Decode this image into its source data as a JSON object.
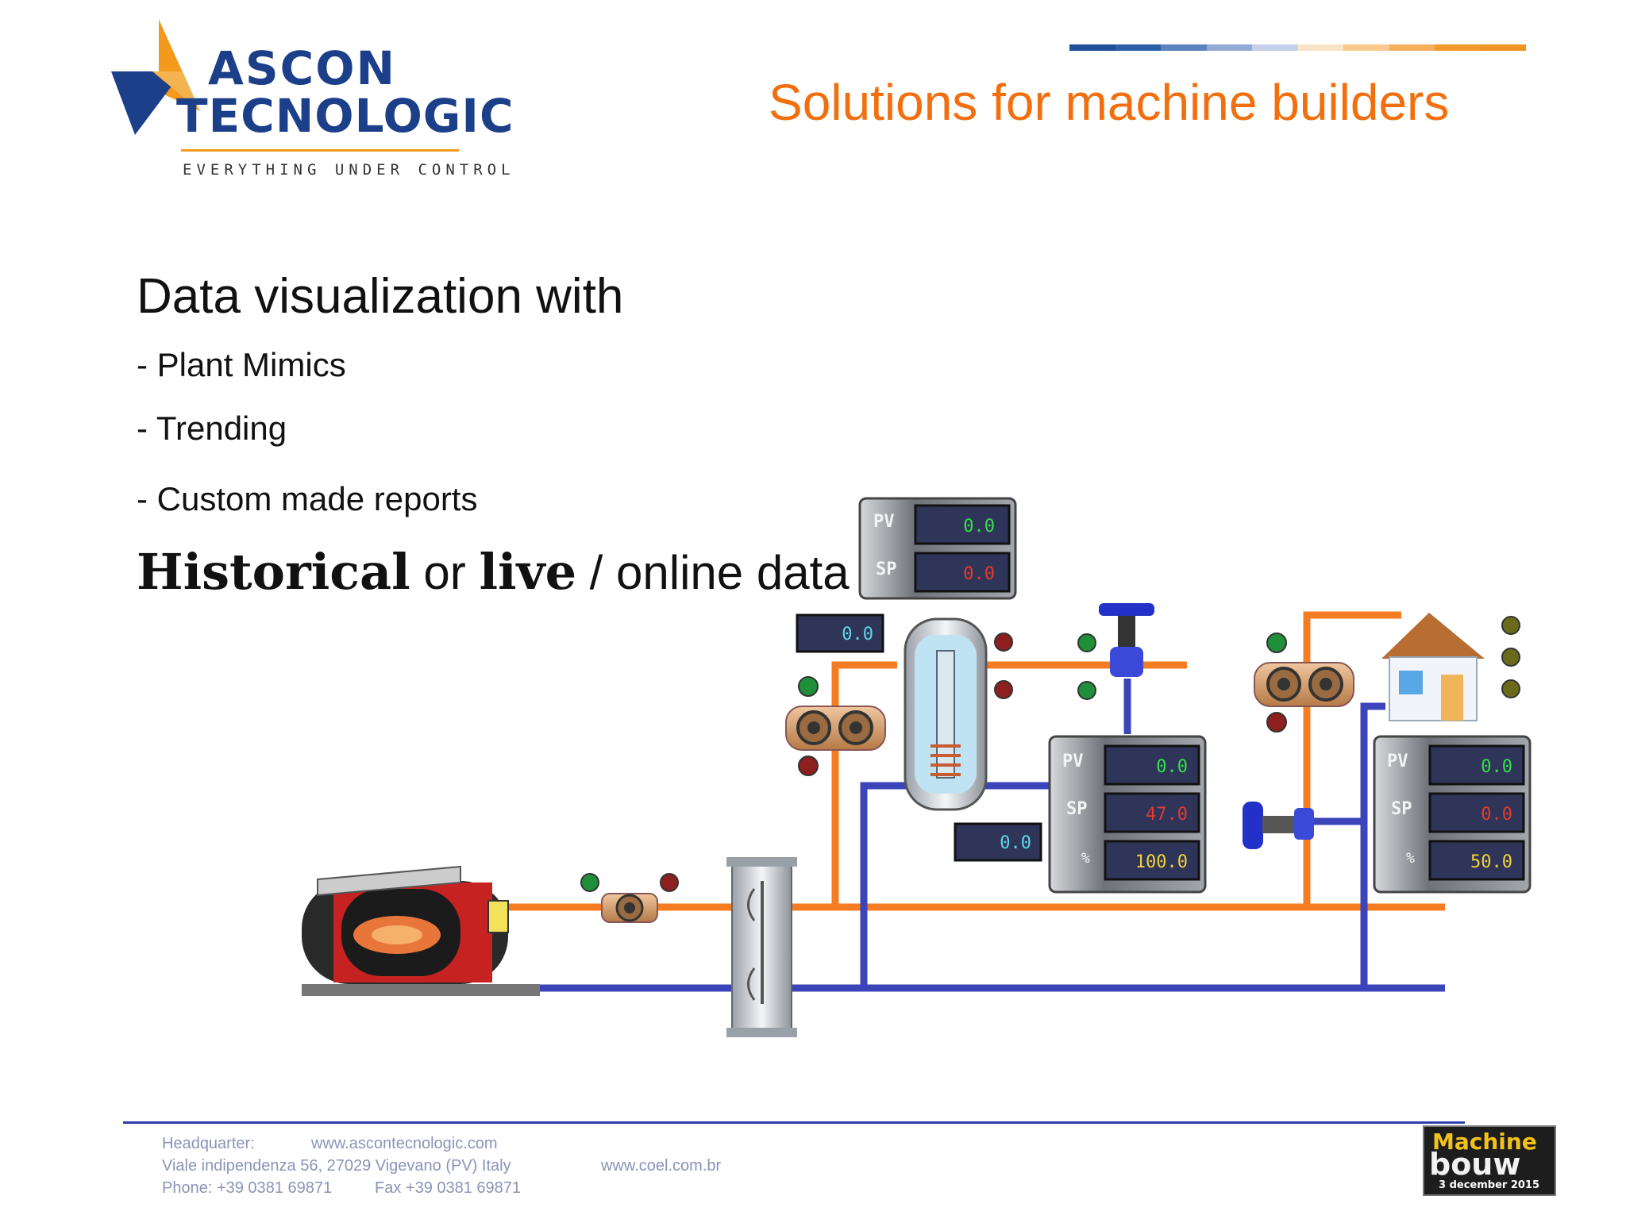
{
  "header": {
    "brand_top": "ASCON",
    "brand_bottom": "TECNOLOGIC",
    "brand_tagline": "EVERYTHING UNDER CONTROL",
    "title": "Solutions for machine builders",
    "color_bar": [
      "#1f4e9a",
      "#2b60a8",
      "#5a82bf",
      "#93a9d6",
      "#c5cfea",
      "#fbe3c6",
      "#f9c98e",
      "#f5ae5a",
      "#f39a2e",
      "#f29424"
    ]
  },
  "content": {
    "heading": "Data visualization with",
    "bullets": [
      "- Plant Mimics",
      "- Trending",
      "- Custom made reports"
    ],
    "historical": "Historical",
    "or": " or ",
    "live": "live",
    "online": " / online data"
  },
  "mimic": {
    "panel_top": {
      "pv_label": "PV",
      "pv": "0.0",
      "sp_label": "SP",
      "sp": "0.0"
    },
    "display_left": "0.0",
    "display_mid": "0.0",
    "panel_mid": {
      "pv_label": "PV",
      "pv": "0.0",
      "sp_label": "SP",
      "sp": "47.0",
      "pct_label": "%",
      "pct": "100.0"
    },
    "panel_right": {
      "pv_label": "PV",
      "pv": "0.0",
      "sp_label": "SP",
      "sp": "0.0",
      "pct_label": "%",
      "pct": "50.0"
    },
    "colors": {
      "hot_pipe": "#f57c22",
      "cold_pipe": "#3b44b8",
      "panel_bg": "#8d9096",
      "display_bg": "#2e3558",
      "green": "#35e04a",
      "red": "#e53a2c",
      "cyan": "#5fd8e8",
      "yellow": "#f2d23a"
    }
  },
  "footer": {
    "hq_label": "Headquarter:",
    "website": "www.ascontecnologic.com",
    "address": "Viale indipendenza 56, 27029 Vigevano (PV) Italy",
    "website2": "www.coel.com.br",
    "phone": "Phone: +39 0381 69871",
    "fax": "Fax +39 0381 69871",
    "badge_line1": "Machine",
    "badge_line2": "bouw",
    "badge_date": "3 december 2015"
  }
}
